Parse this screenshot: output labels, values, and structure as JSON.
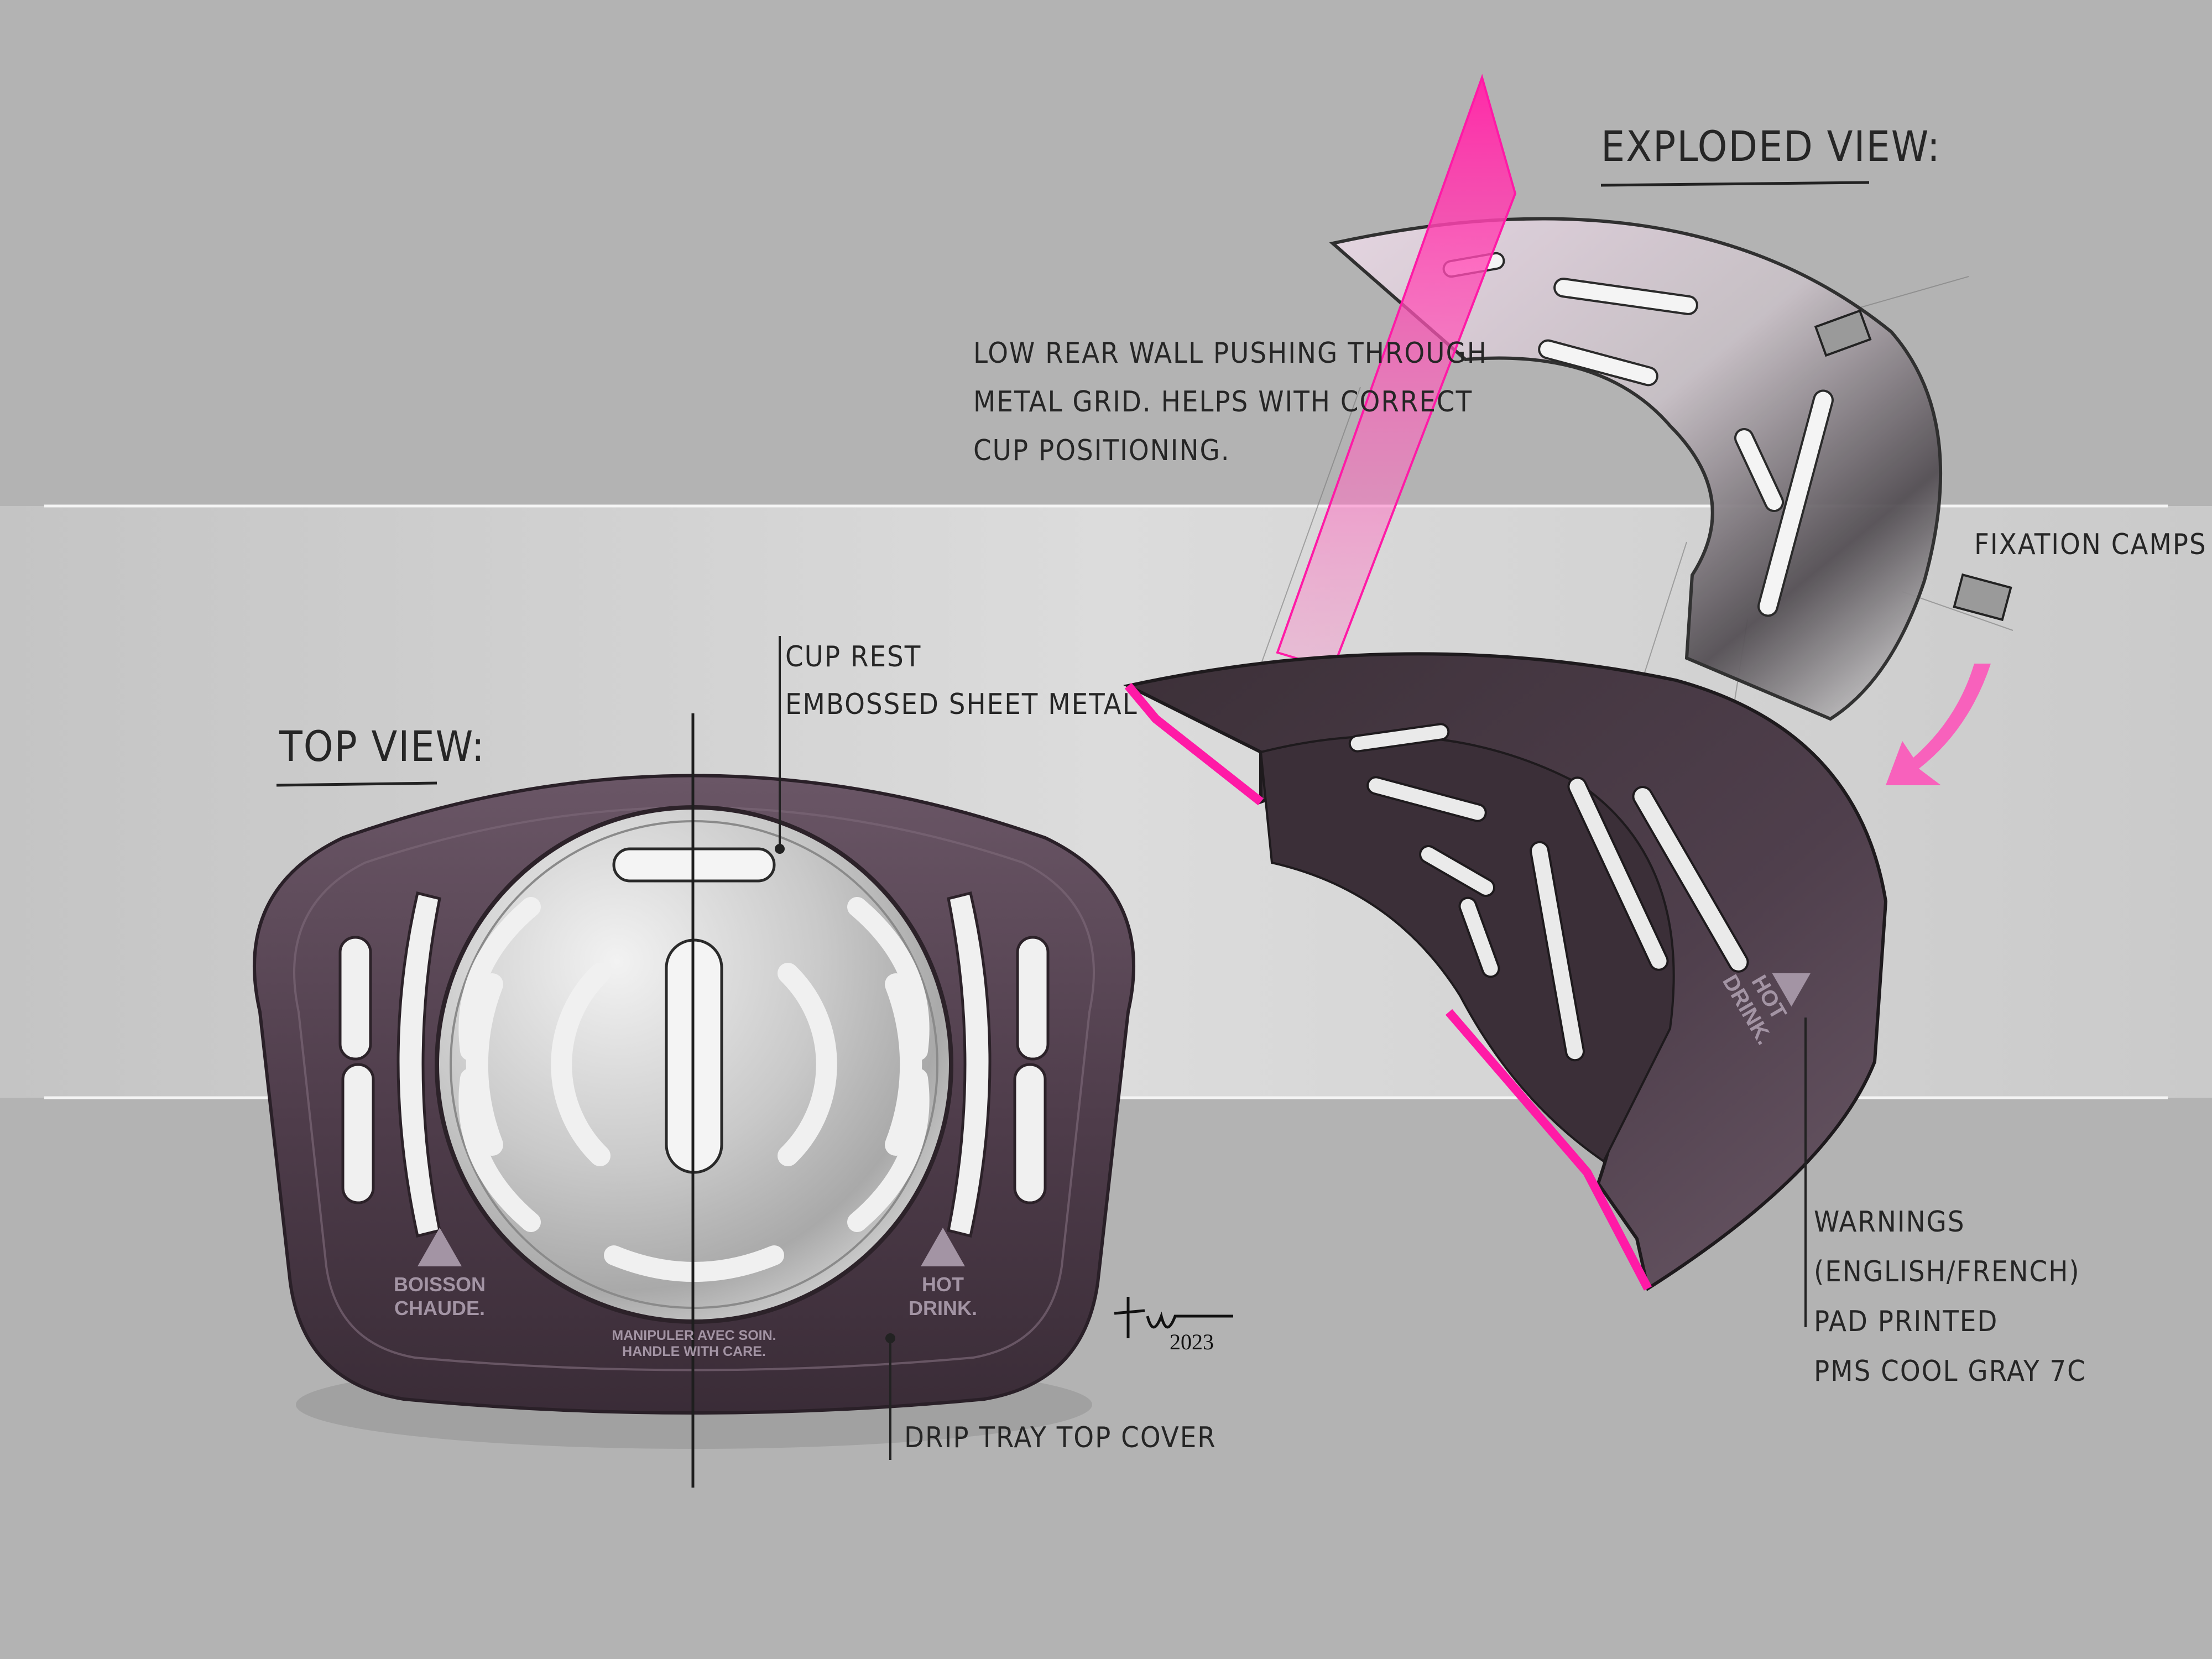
{
  "headings": {
    "top_view": "TOP VIEW:",
    "exploded_view": "EXPLODED VIEW:"
  },
  "callouts": {
    "cup_rest_line1": "CUP REST",
    "cup_rest_line2": "EMBOSSED SHEET METAL",
    "drip_tray": "DRIP TRAY TOP COVER",
    "rear_wall_line1": "LOW REAR WALL PUSHING THROUGH",
    "rear_wall_line2": "METAL GRID. HELPS WITH CORRECT",
    "rear_wall_line3": "CUP POSITIONING.",
    "fixation": "FIXATION CAMPS",
    "warnings_line1": "WARNINGS (ENGLISH/FRENCH)",
    "warnings_line2": "PAD PRINTED",
    "warnings_line3": "PMS COOL GRAY 7C"
  },
  "printed_labels": {
    "fr_line1": "BOISSON",
    "fr_line2": "CHAUDE.",
    "en_line1": "HOT",
    "en_line2": "DRINK.",
    "care_line1": "MANIPULER AVEC SOIN.",
    "care_line2": "HANDLE WITH CARE."
  },
  "signature": {
    "initials": "tw",
    "year": "2023"
  },
  "colors": {
    "background": "#b3b3b3",
    "band": "#d4d4d4",
    "body_plum": "#4f3d4b",
    "accent_magenta": "#ff1aa6",
    "metal": "#cfcfcf",
    "ink": "#262626"
  }
}
